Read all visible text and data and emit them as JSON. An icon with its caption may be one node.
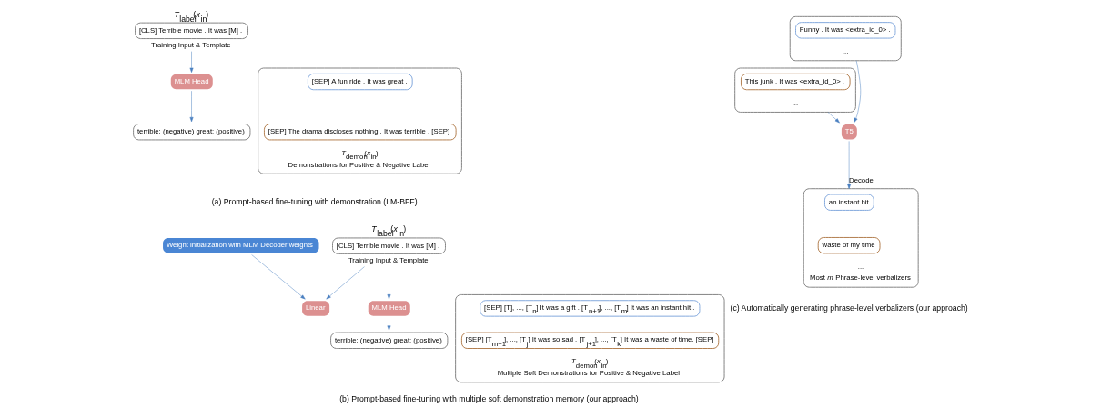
{
  "diagram": {
    "nodes": [
      {
        "text": [
          "[CLS] Terrible movie . It was [M] ."
        ],
        "beside": [
          "*T*$_{label}$(*x*$_{in}$)",
          "Training Input & Template"
        ]
      },
      {
        "text": [
          "MLM Head"
        ]
      },
      {
        "text": [
          "terrible: (negative) great: (positive)"
        ]
      },
      {
        "text": [
          "Demonstrations for Positive & Negative Label"
        ],
        "beside": [
          "*T*$_{demon}$(*x*$_{in}$)"
        ]
      },
      {
        "text": [
          "[SEP] A fun ride . It was great ."
        ],
        "in": 3
      },
      {
        "text": [
          "[SEP] The drama discloses nothing . It was terrible . [SEP]"
        ],
        "in": 3
      },
      {
        "text": [
          "Weight initialization with MLM Decoder weights"
        ]
      },
      {
        "text": [
          "Linear"
        ]
      },
      {
        "text": [
          "MLM Head"
        ]
      },
      {
        "text": [
          "terrible: (negative) great: (positive)"
        ]
      },
      {
        "text": [
          "[CLS] Terrible movie . It was [M] ."
        ],
        "beside": [
          "*T*$_{label}$(*x*$_{in}$)",
          "Training Input & Template"
        ]
      },
      {
        "text": [
          "Multiple Soft Demonstrations for Positive & Negative Label"
        ],
        "beside": [
          "*T*$_{demon}$(*x*$_{in}$)"
        ]
      },
      {
        "text": [
          "[SEP] [T], ..., [T$_{n}$] It was a gift . [T$_{n+1}$], ..., [T$_{m}$] It was an instant hit ."
        ],
        "in": 11
      },
      {
        "text": [
          "[SEP] [T$_{m+1}$], ..., [T$_{j}$] It was so sad . [T$_{j+1}$], ..., [T$_{k}$] It was a waste of time. [SEP]"
        ],
        "in": 11
      },
      {
        "text": [
          "..."
        ]
      },
      {
        "text": [
          "Funny . It was <extra_id_0> ."
        ],
        "in": 14
      },
      {
        "text": [
          "..."
        ]
      },
      {
        "text": [
          "This junk . It was <extra_id_0> ."
        ],
        "in": 16
      },
      {
        "text": [
          "T5"
        ]
      },
      {
        "text": [
          "...",
          "Most *m* Phrase-level verbalizers"
        ]
      },
      {
        "text": [
          "an instant hit"
        ],
        "in": 19
      },
      {
        "text": [
          "waste of my time"
        ],
        "in": 19
      }
    ],
    "edges": [
      {
        "from": 0,
        "to": 1,
        "arrow": "to"
      },
      {
        "from": 1,
        "to": 2,
        "arrow": "to"
      },
      {
        "from": 6,
        "to": 7,
        "arrow": "to"
      },
      {
        "from": 10,
        "to": 7,
        "arrow": "to"
      },
      {
        "from": 10,
        "to": 8,
        "arrow": "to"
      },
      {
        "from": 8,
        "to": 9,
        "arrow": "to"
      },
      {
        "from": 14,
        "to": 18,
        "arrow": "to"
      },
      {
        "from": 16,
        "to": 18,
        "arrow": "to"
      },
      {
        "from": 18,
        "to": 19,
        "label": "Decode",
        "arrow": "to"
      }
    ],
    "labels": [
      "(a) Prompt-based fine-tuning with demonstration (LM-BFF)",
      "(c) Automatically generating phrase-level verbalizers (our approach)",
      "(b) Prompt-based fine-tuning with multiple soft demonstration memory (our approach)"
    ]
  }
}
